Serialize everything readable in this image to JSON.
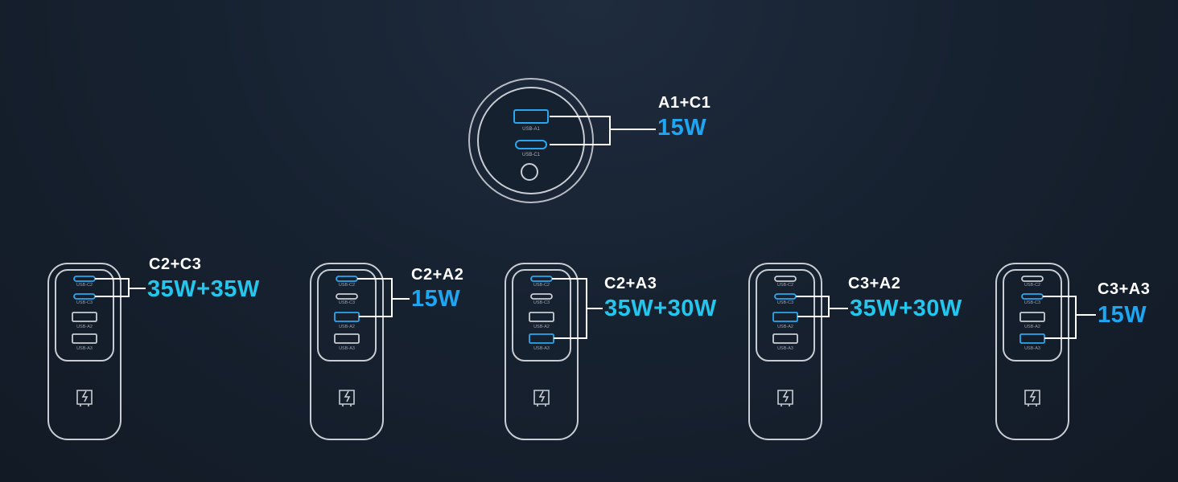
{
  "colors": {
    "background": "#141d29",
    "outline": "#c9cdd3",
    "active_port": "#2aa7ee",
    "watt_blue": "#1fa6f2",
    "watt_cyan": "#23c7ee"
  },
  "port_labels": {
    "usb_a1": "USB-A1",
    "usb_c1": "USB-C1",
    "usb_c2": "USB-C2",
    "usb_c3": "USB-C3",
    "usb_a2": "USB-A2",
    "usb_a3": "USB-A3"
  },
  "car_charger": {
    "combo": "A1+C1",
    "power": "15W",
    "active_ports": [
      "usb_a1",
      "usb_c1"
    ]
  },
  "wall_chargers": [
    {
      "combo": "C2+C3",
      "power": "35W+35W",
      "active_ports": [
        "usb_c2",
        "usb_c3"
      ]
    },
    {
      "combo": "C2+A2",
      "power": "15W",
      "active_ports": [
        "usb_c2",
        "usb_a2"
      ]
    },
    {
      "combo": "C2+A3",
      "power": "35W+30W",
      "active_ports": [
        "usb_c2",
        "usb_a3"
      ]
    },
    {
      "combo": "C3+A2",
      "power": "35W+30W",
      "active_ports": [
        "usb_c3",
        "usb_a2"
      ]
    },
    {
      "combo": "C3+A3",
      "power": "15W",
      "active_ports": [
        "usb_c3",
        "usb_a3"
      ]
    }
  ],
  "icons": {
    "plug": "plug-icon",
    "button": "button-icon"
  }
}
